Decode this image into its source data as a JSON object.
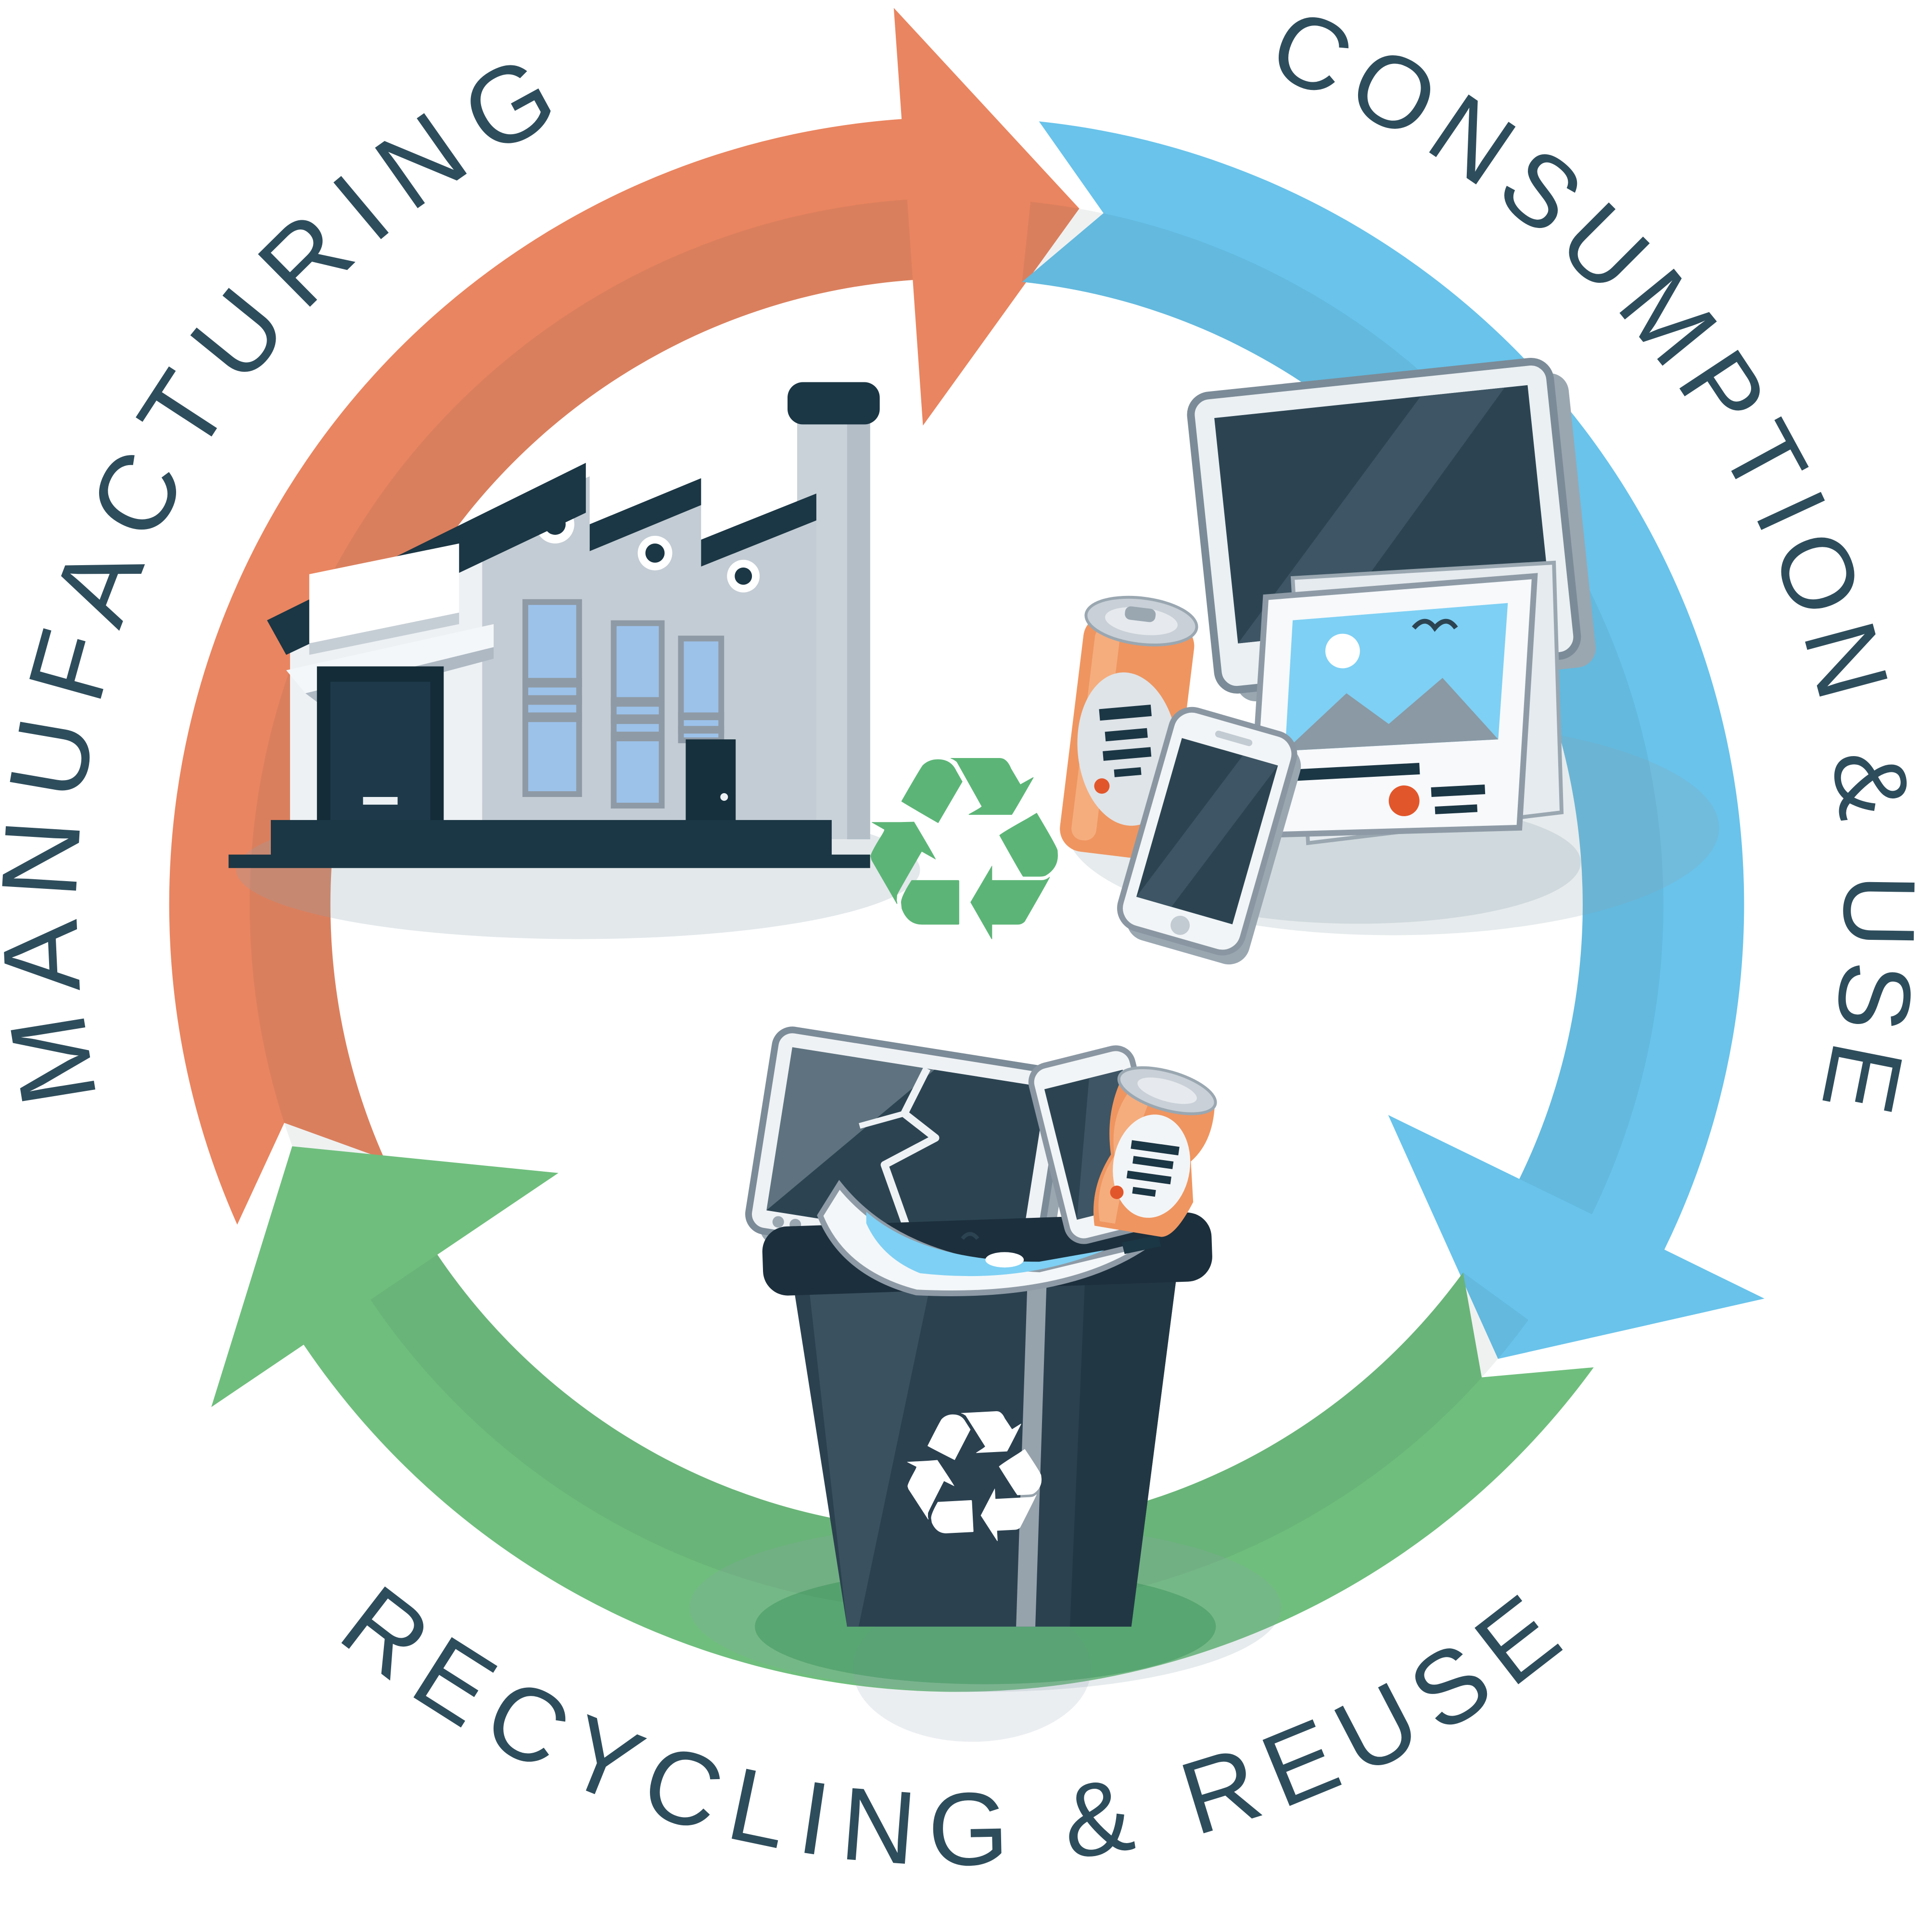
{
  "diagram": {
    "name": "electronics-recycling-cycle",
    "type": "cycle-diagram",
    "stages": [
      {
        "id": "manufacturing",
        "label": "MANUFACTURING",
        "arc_color": "#E98560",
        "illustration": "factory"
      },
      {
        "id": "consumption",
        "label": "CONSUMPTION & USE",
        "arc_color": "#69C3EB",
        "illustration": "electronic-devices"
      },
      {
        "id": "recycling",
        "label": "RECYCLING & REUSE",
        "arc_color": "#6FBE7D",
        "illustration": "recycling-bin"
      }
    ],
    "center_icon": {
      "name": "recycle-symbol",
      "glyph": "♻",
      "color": "#5CB577"
    },
    "bin_icon": {
      "name": "recycle-symbol-on-bin",
      "glyph": "♻",
      "color": "#FFFFFF"
    },
    "colors": {
      "label_text": "#2E4D5C",
      "arc_orange": "#E98560",
      "arc_blue": "#69C3EB",
      "arc_green": "#6FBE7D",
      "roof_dark": "#1B3644",
      "building_gray": "#C3CCD4",
      "building_white": "#EDF1F4",
      "window_blue": "#9CC2EA",
      "screen_dark": "#2C4452",
      "can_orange": "#EF9560",
      "accent_red": "#E2562B",
      "photo_sky_blue": "#7ED0F4",
      "shadow_gray": "#8FA3AF",
      "bin_dark": "#2B4150"
    }
  }
}
